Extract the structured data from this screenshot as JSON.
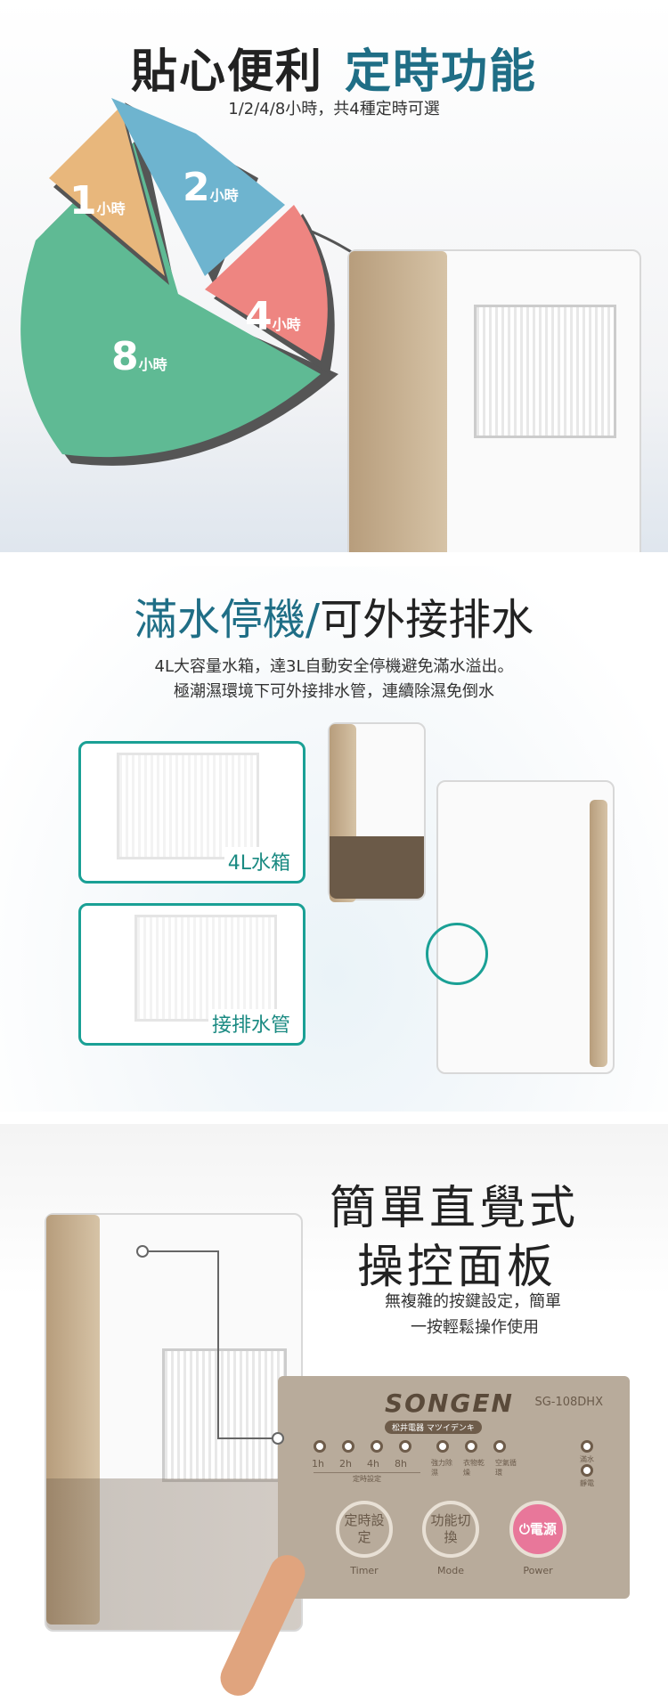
{
  "timer_section": {
    "title_a": "貼心便利",
    "title_b": "定時功能",
    "subtitle": "1/2/4/8小時，共4種定時可選",
    "slices": [
      {
        "num": "1",
        "unit": "小時",
        "color": "#e8b77c"
      },
      {
        "num": "2",
        "unit": "小時",
        "color": "#6eb4cf"
      },
      {
        "num": "4",
        "unit": "小時",
        "color": "#ee8581"
      },
      {
        "num": "8",
        "unit": "小時",
        "color": "#5fba94"
      }
    ]
  },
  "drain_section": {
    "title_a": "滿水停機/",
    "title_b": "可外接排水",
    "line1": "4L大容量水箱，達3L自動安全停機避免滿水溢出。",
    "line2": "極潮濕環境下可外接排水管，連續除濕免倒水",
    "callout_tank": "4L水箱",
    "callout_hose": "接排水管"
  },
  "panel_section": {
    "title_l1": "簡單直覺式",
    "title_l2": "操控面板",
    "line1": "無複雜的按鍵設定，簡單",
    "line2": "一按輕鬆操作使用",
    "panel": {
      "brand": "SONGEN",
      "sub_brand": "松井電器 マツイデンキ",
      "model": "SG-108DHX",
      "timer_leds": [
        "1h",
        "2h",
        "4h",
        "8h"
      ],
      "timer_caption": "定時設定",
      "mode_leds": [
        "強力除濕",
        "衣物乾燥",
        "空氣循環"
      ],
      "status_leds": [
        "滿水",
        "靜電"
      ],
      "buttons": [
        {
          "label": "定時設定",
          "caption": "Timer"
        },
        {
          "label": "功能切換",
          "caption": "Mode"
        },
        {
          "label": "電源",
          "caption": "Power"
        }
      ]
    }
  }
}
